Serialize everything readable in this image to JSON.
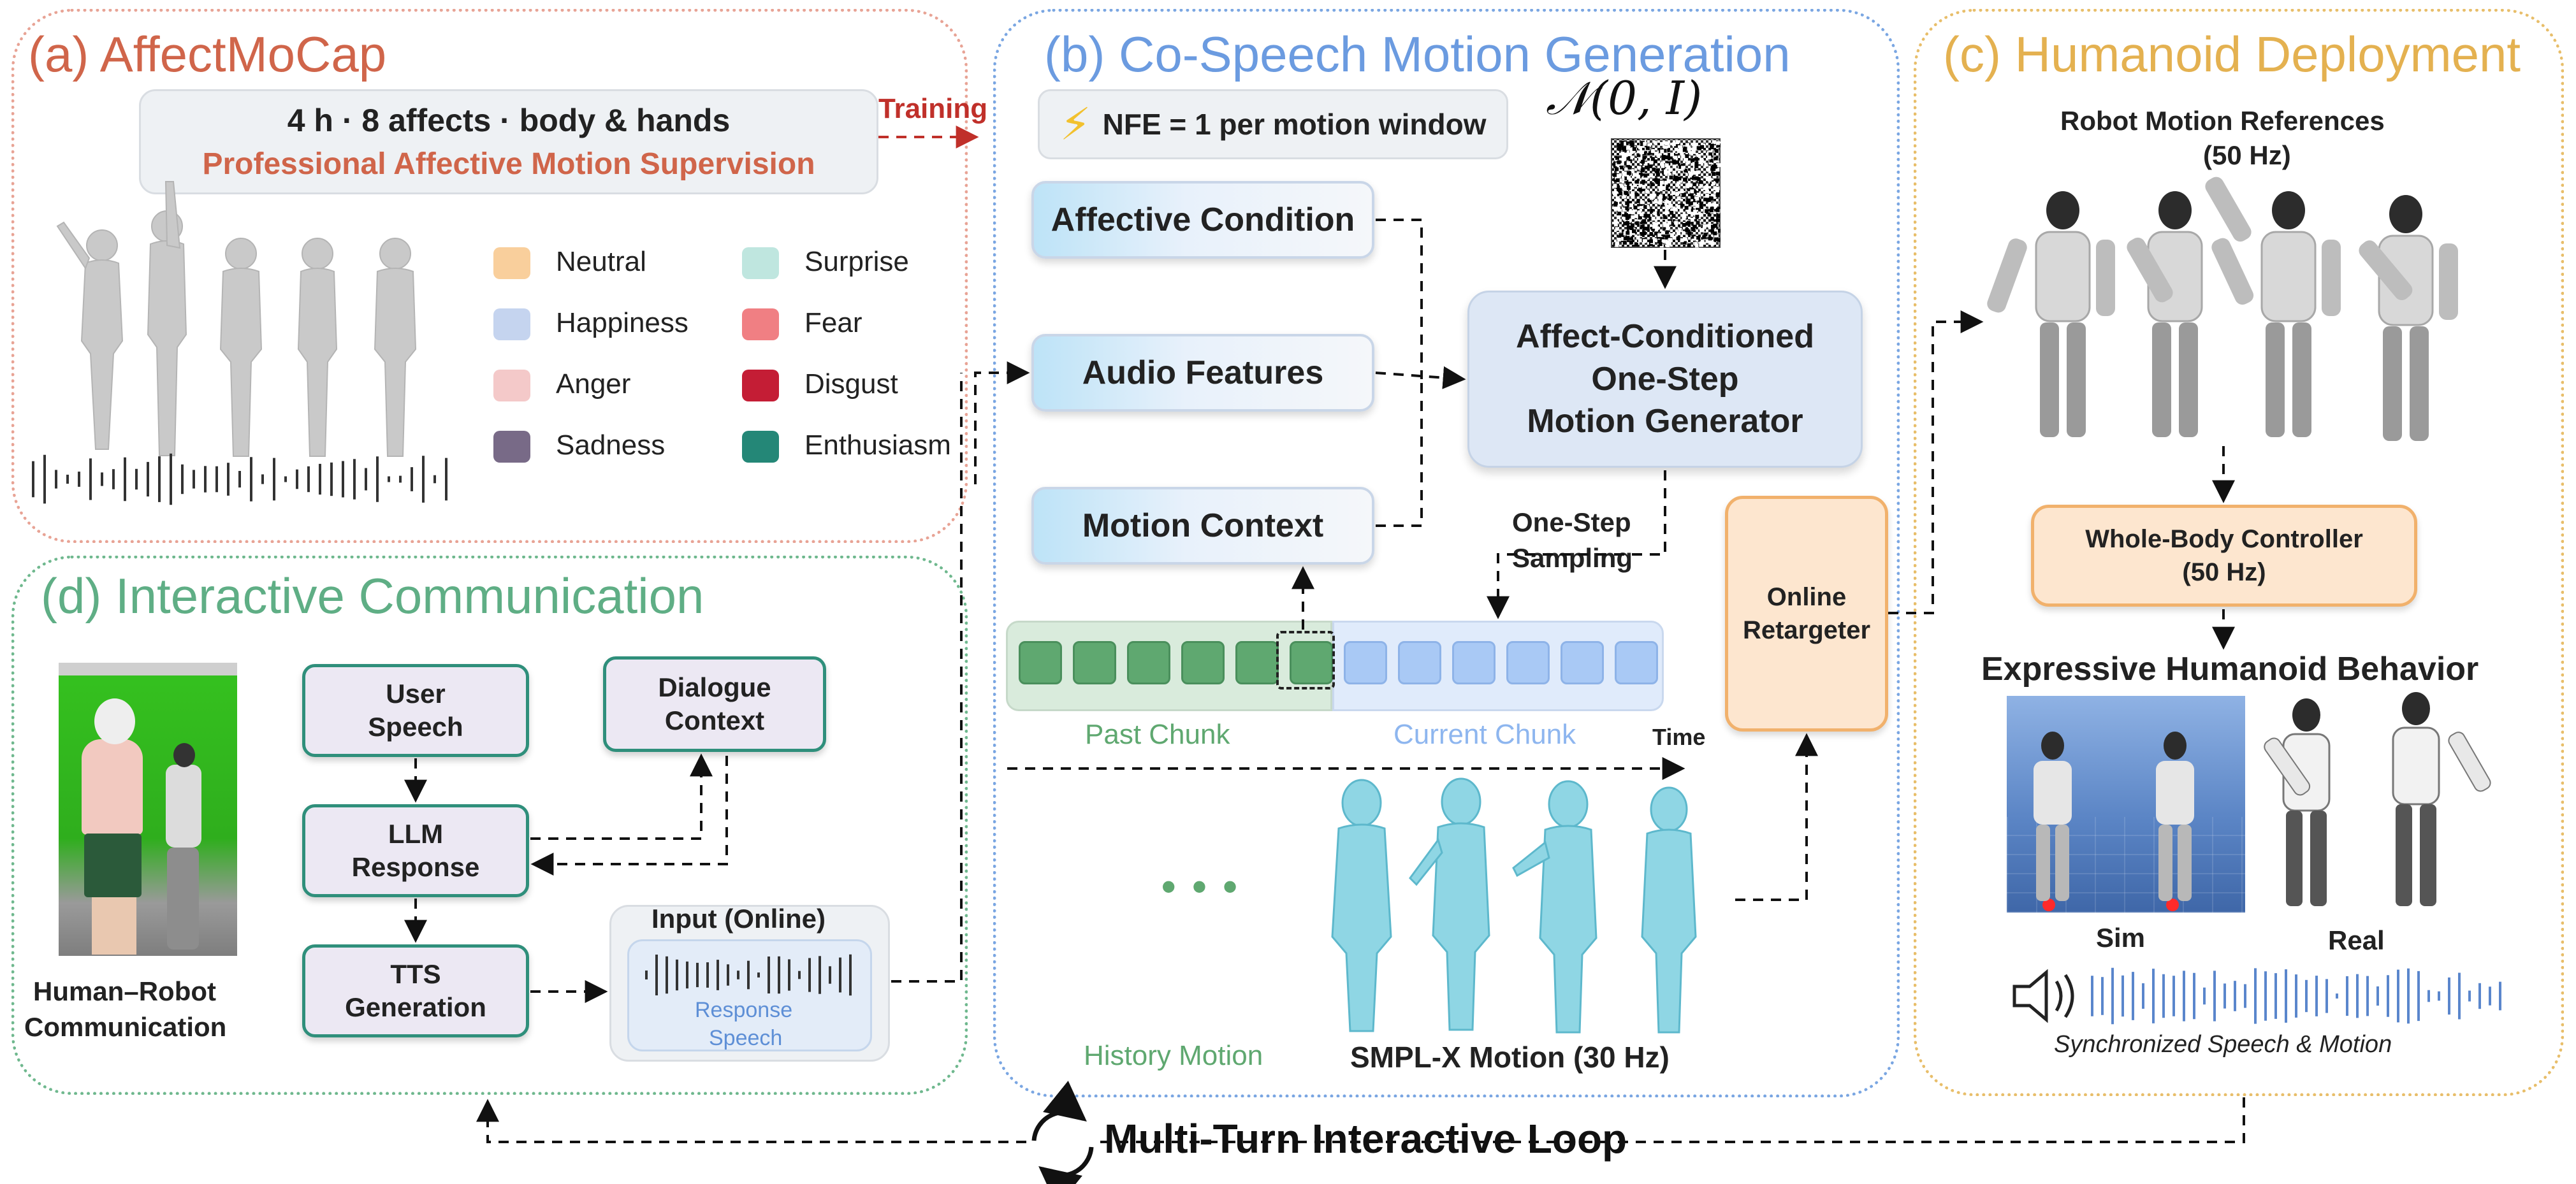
{
  "panel_a": {
    "title": "(a) AffectMoCap",
    "subtitle_line1": "4 h · 8 affects · body & hands",
    "subtitle_line2": "Professional Affective Motion Supervision",
    "training_label": "Training",
    "legend": [
      {
        "label": "Neutral",
        "color": "#f9cf9c"
      },
      {
        "label": "Happiness",
        "color": "#c5d4ef"
      },
      {
        "label": "Anger",
        "color": "#f4c9c9"
      },
      {
        "label": "Sadness",
        "color": "#786a87"
      },
      {
        "label": "Surprise",
        "color": "#bfe6df"
      },
      {
        "label": "Fear",
        "color": "#f07f83"
      },
      {
        "label": "Disgust",
        "color": "#c41d35"
      },
      {
        "label": "Enthusiasm",
        "color": "#248777"
      }
    ]
  },
  "panel_b": {
    "title": "(b) Co-Speech Motion Generation",
    "nfe_label": "NFE = 1 per motion window",
    "noise_label": "𝒩(0, I)",
    "affective_condition": "Affective Condition",
    "audio_features": "Audio Features",
    "motion_context": "Motion Context",
    "generator_line1": "Affect-Conditioned",
    "generator_line2": "One-Step",
    "generator_line3": "Motion Generator",
    "sampling_line1": "One-Step",
    "sampling_line2": "Sampling",
    "past_chunk": "Past Chunk",
    "current_chunk": "Current Chunk",
    "time_label": "Time",
    "ellipsis": "• • •",
    "history_motion": "History Motion",
    "smplx_motion": "SMPL-X Motion (30 Hz)"
  },
  "retargeter": {
    "line1": "Online",
    "line2": "Retargeter"
  },
  "panel_c": {
    "title": "(c) Humanoid Deployment",
    "refs_line1": "Robot Motion References",
    "refs_line2": "(50 Hz)",
    "controller_line1": "Whole-Body Controller",
    "controller_line2": "(50 Hz)",
    "behavior_title": "Expressive Humanoid Behavior",
    "sim_label": "Sim",
    "real_label": "Real",
    "sync_label": "Synchronized Speech & Motion"
  },
  "panel_d": {
    "title": "(d) Interactive Communication",
    "photo_caption_line1": "Human–Robot",
    "photo_caption_line2": "Communication",
    "user_speech_line1": "User",
    "user_speech_line2": "Speech",
    "dialogue_line1": "Dialogue",
    "dialogue_line2": "Context",
    "llm_line1": "LLM",
    "llm_line2": "Response",
    "tts_line1": "TTS",
    "tts_line2": "Generation",
    "input_label": "Input (Online)",
    "response_line1": "Response",
    "response_line2": "Speech"
  },
  "loop_label": "Multi-Turn Interactive Loop",
  "colors": {
    "panel_a": "#d0654a",
    "panel_b": "#6b9be0",
    "panel_c": "#e4b150",
    "panel_d": "#5fae85",
    "past_cell": "#5fa870",
    "current_cell": "#a9c9f5"
  }
}
